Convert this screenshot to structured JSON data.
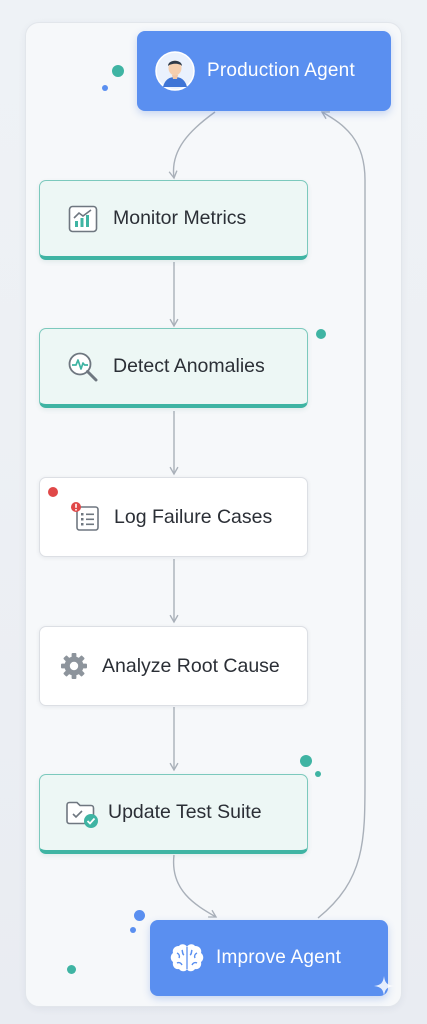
{
  "nodes": {
    "production_agent": {
      "label": "Production Agent",
      "icon": "user-avatar-icon"
    },
    "improve_agent": {
      "label": "Improve Agent",
      "icon": "brain-icon"
    },
    "steps": [
      {
        "label": "Monitor Metrics",
        "icon": "chart-icon",
        "style": "highlighted"
      },
      {
        "label": "Detect Anomalies",
        "icon": "magnifier-pulse-icon",
        "style": "highlighted"
      },
      {
        "label": "Log Failure Cases",
        "icon": "error-log-icon",
        "style": "plain"
      },
      {
        "label": "Analyze Root Cause",
        "icon": "gear-icon",
        "style": "plain"
      },
      {
        "label": "Update Test Suite",
        "icon": "folder-check-icon",
        "style": "highlighted"
      }
    ]
  },
  "colors": {
    "agent_blue": "#5a8ff0",
    "teal_accent": "#3fb4a3",
    "arrow_gray": "#a9b0b9",
    "error_red": "#e04848"
  }
}
